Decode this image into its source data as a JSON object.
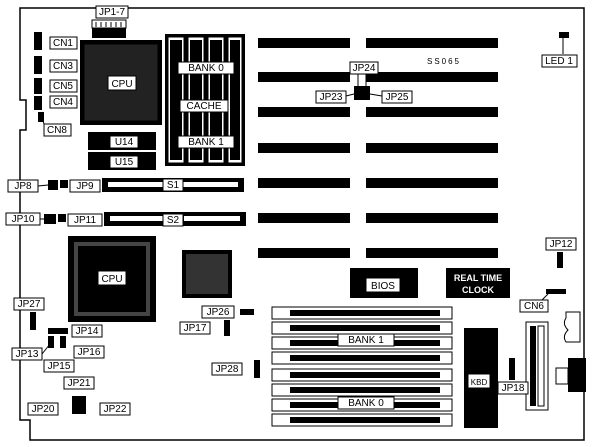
{
  "labels": {
    "jp1_7": "JP1-7",
    "cn1": "CN1",
    "cn3": "CN3",
    "cn5": "CN5",
    "cn4": "CN4",
    "cn8": "CN8",
    "cpu_top": "CPU",
    "bank0_top": "BANK 0",
    "cache": "CACHE",
    "bank1_top": "BANK 1",
    "u14": "U14",
    "u15": "U15",
    "jp8": "JP8",
    "jp9": "JP9",
    "s1": "S1",
    "jp10": "JP10",
    "jp11": "JP11",
    "s2": "S2",
    "cpu_socket": "CPU",
    "jp24": "JP24",
    "jp23": "JP23",
    "jp25": "JP25",
    "model": "SS065",
    "led1": "LED 1",
    "jp12": "JP12",
    "bios": "BIOS",
    "rtc_line1": "REAL TIME",
    "rtc_line2": "CLOCK",
    "cn6": "CN6",
    "jp26": "JP26",
    "jp17": "JP17",
    "jp28": "JP28",
    "jp27": "JP27",
    "jp14": "JP14",
    "jp13": "JP13",
    "jp16": "JP16",
    "jp15": "JP15",
    "jp21": "JP21",
    "jp20": "JP20",
    "jp22": "JP22",
    "bank1_bottom": "BANK 1",
    "bank0_bottom": "BANK 0",
    "kbd": "KBD",
    "jp18": "JP18"
  }
}
